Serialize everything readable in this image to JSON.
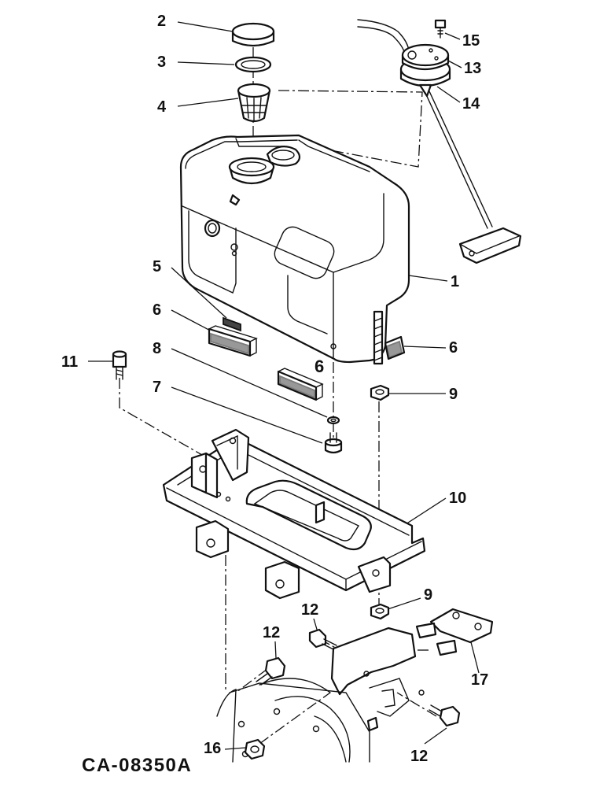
{
  "drawing": {
    "id": "CA-08350A"
  },
  "callouts": [
    {
      "key": "c2",
      "text": "2"
    },
    {
      "key": "c3",
      "text": "3"
    },
    {
      "key": "c4",
      "text": "4"
    },
    {
      "key": "c15",
      "text": "15"
    },
    {
      "key": "c13",
      "text": "13"
    },
    {
      "key": "c14",
      "text": "14"
    },
    {
      "key": "c1",
      "text": "1"
    },
    {
      "key": "c5",
      "text": "5"
    },
    {
      "key": "c6a",
      "text": "6"
    },
    {
      "key": "c6b",
      "text": "6"
    },
    {
      "key": "c6c",
      "text": "6"
    },
    {
      "key": "c8",
      "text": "8"
    },
    {
      "key": "c7",
      "text": "7"
    },
    {
      "key": "c11",
      "text": "11"
    },
    {
      "key": "c9a",
      "text": "9"
    },
    {
      "key": "c10",
      "text": "10"
    },
    {
      "key": "c9b",
      "text": "9"
    },
    {
      "key": "c12a",
      "text": "12"
    },
    {
      "key": "c12b",
      "text": "12"
    },
    {
      "key": "c17",
      "text": "17"
    },
    {
      "key": "c12c",
      "text": "12"
    },
    {
      "key": "c16",
      "text": "16"
    }
  ]
}
